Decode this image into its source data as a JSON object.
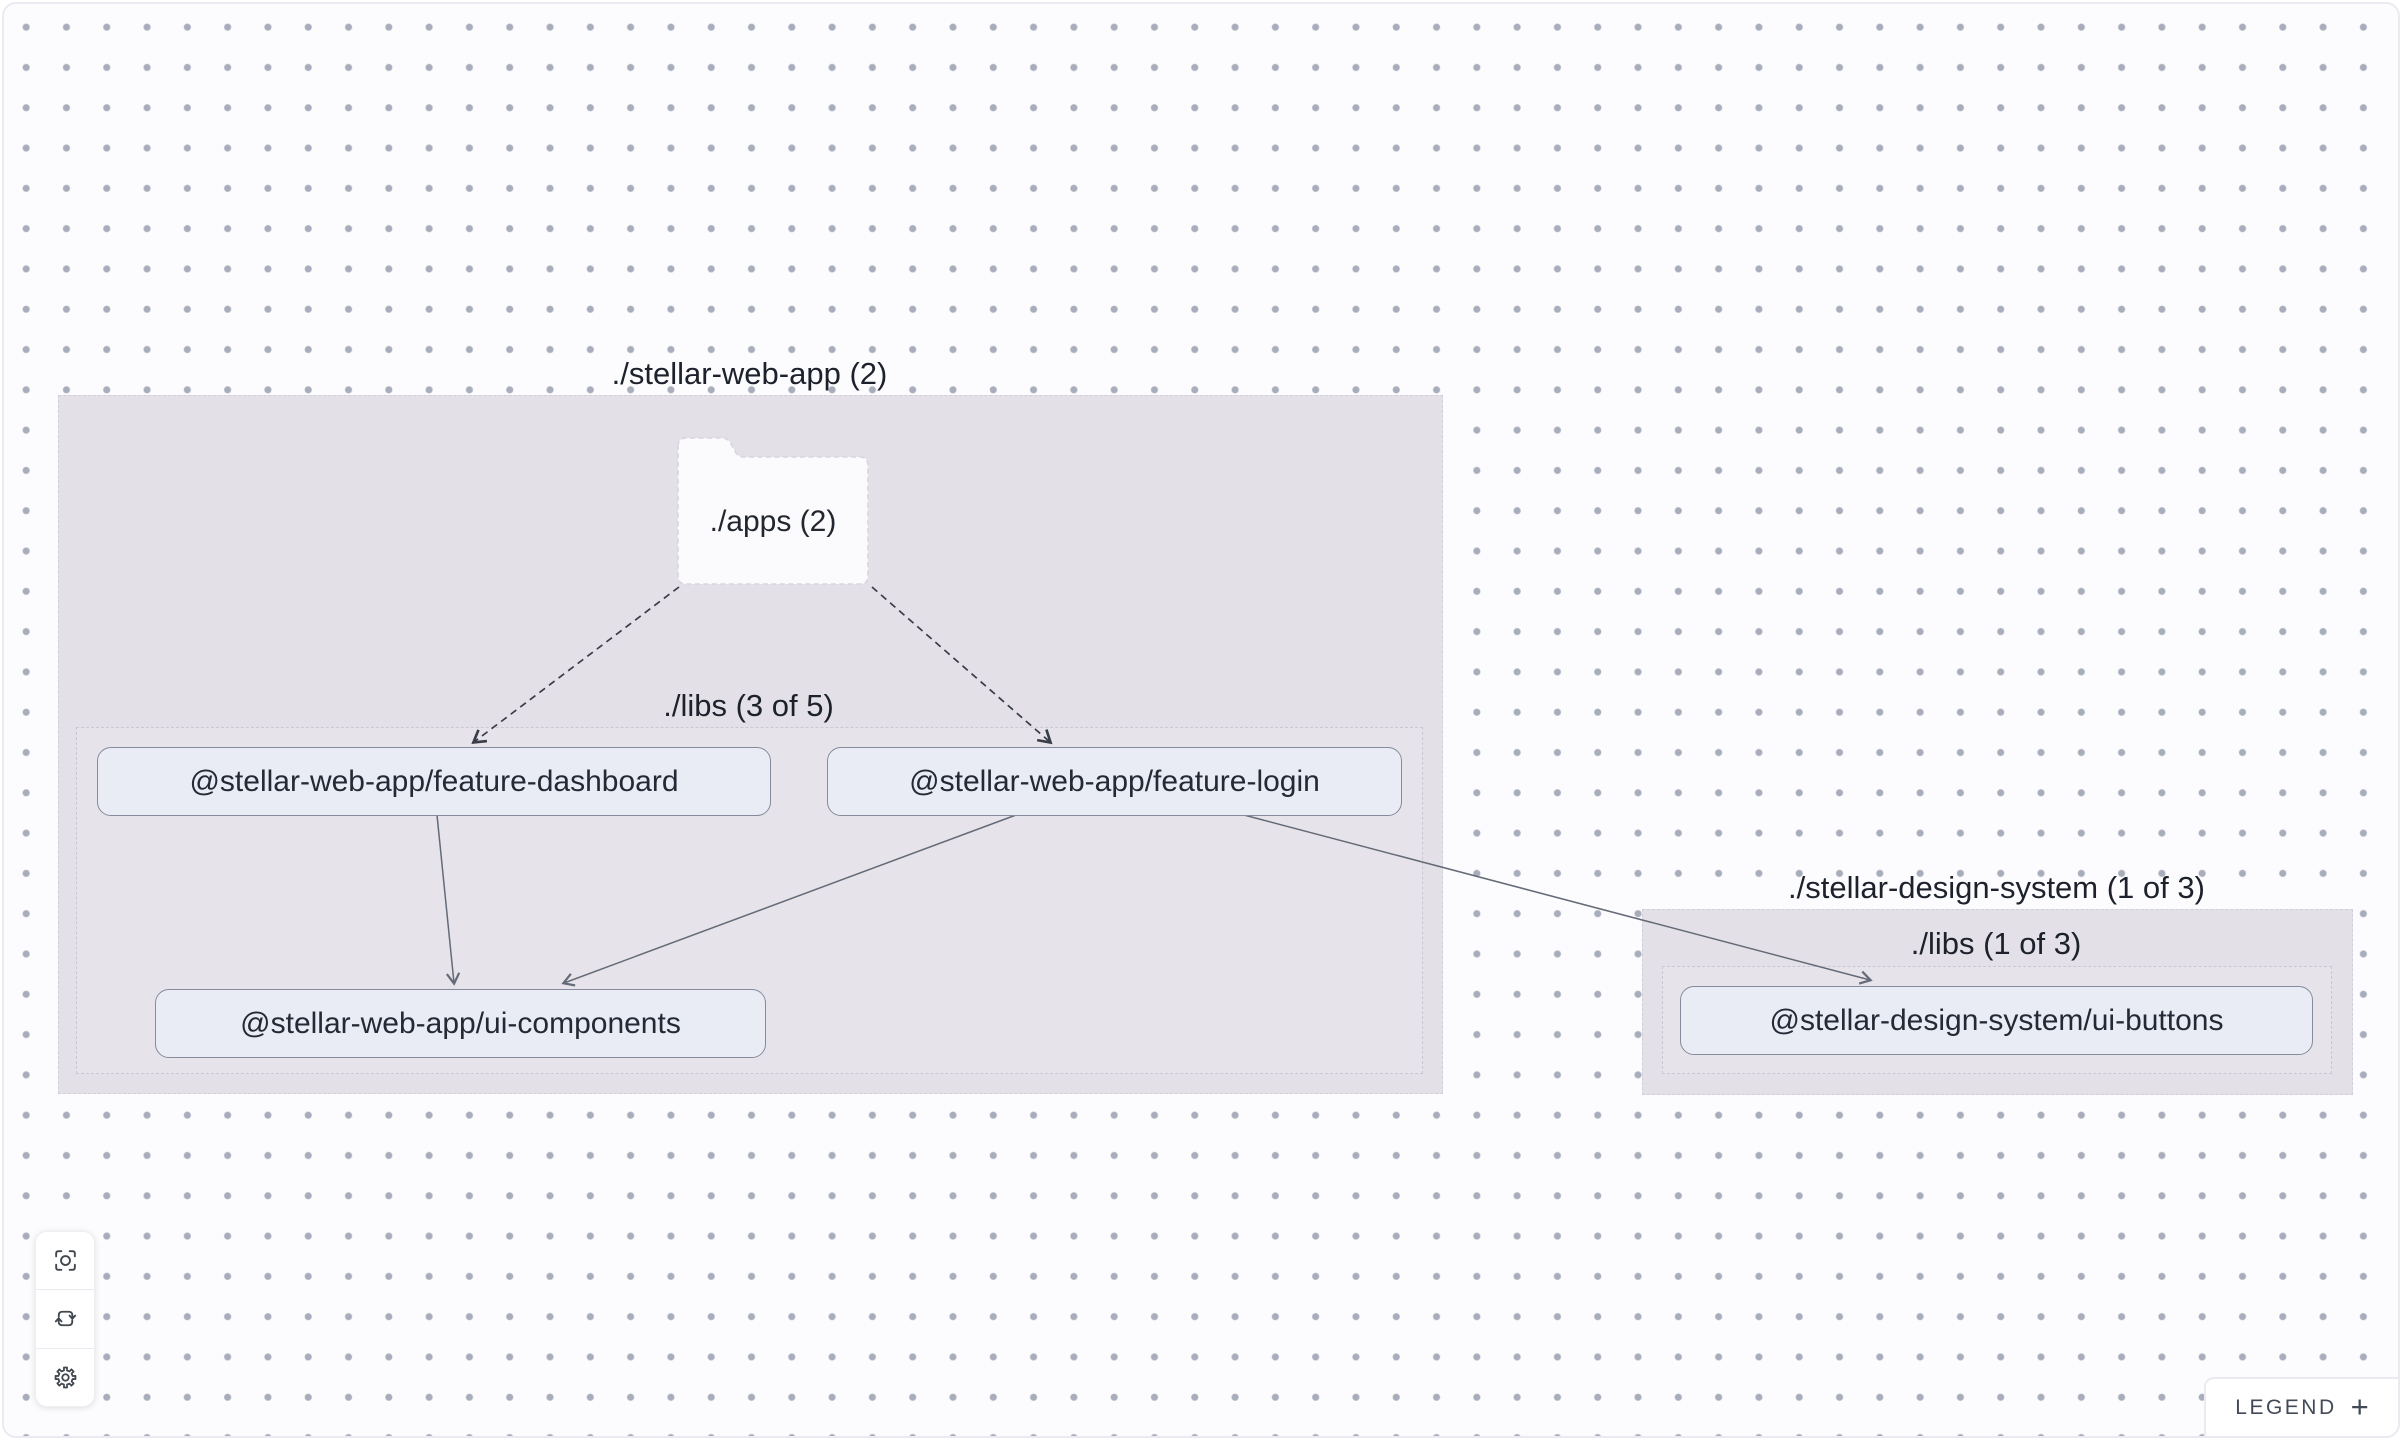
{
  "groups": {
    "web_app": {
      "title": "./stellar-web-app (2)"
    },
    "web_app_libs": {
      "title": "./libs (3 of 5)"
    },
    "design_system": {
      "title": "./stellar-design-system (1 of 3)"
    },
    "design_system_libs": {
      "title": "./libs (1 of 3)"
    }
  },
  "folder": {
    "label": "./apps (2)"
  },
  "nodes": [
    {
      "id": "feature-dashboard",
      "label": "@stellar-web-app/feature-dashboard"
    },
    {
      "id": "feature-login",
      "label": "@stellar-web-app/feature-login"
    },
    {
      "id": "ui-components",
      "label": "@stellar-web-app/ui-components"
    },
    {
      "id": "ui-buttons",
      "label": "@stellar-design-system/ui-buttons"
    }
  ],
  "edges": [
    {
      "from": "./apps",
      "to": "@stellar-web-app/feature-dashboard",
      "style": "dashed"
    },
    {
      "from": "./apps",
      "to": "@stellar-web-app/feature-login",
      "style": "dashed"
    },
    {
      "from": "@stellar-web-app/feature-dashboard",
      "to": "@stellar-web-app/ui-components",
      "style": "solid"
    },
    {
      "from": "@stellar-web-app/feature-login",
      "to": "@stellar-web-app/ui-components",
      "style": "solid"
    },
    {
      "from": "@stellar-web-app/feature-login",
      "to": "@stellar-design-system/ui-buttons",
      "style": "solid"
    }
  ],
  "toolbar": {
    "buttons": [
      {
        "name": "focus",
        "icon": "crosshair-focus-icon"
      },
      {
        "name": "refresh",
        "icon": "refresh-cycle-icon"
      },
      {
        "name": "settings",
        "icon": "gear-icon"
      }
    ]
  },
  "legend": {
    "label": "LEGEND",
    "expand_icon": "+"
  },
  "colors": {
    "canvas_background": "#fcfbfd",
    "dot_grid": "#a7adbb",
    "group_fill": "#e3e1e7",
    "node_fill": "#e9ecf5",
    "node_border": "#858b9c",
    "edge_solid": "#646a77",
    "edge_dashed": "#383d48"
  }
}
